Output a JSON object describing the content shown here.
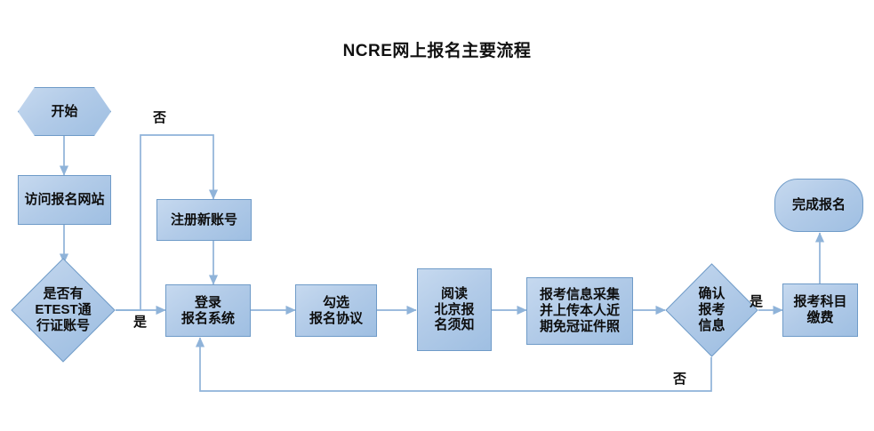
{
  "diagram": {
    "title": "NCRE网上报名主要流程",
    "type": "flowchart",
    "palette": {
      "node_fill_light": "#c6d9ef",
      "node_fill_mid": "#b2cbe8",
      "node_fill_dark": "#9fbfe2",
      "node_border": "#6f9bc8",
      "connector": "#8fb3d9",
      "text": "#0d0d0d",
      "background": "#ffffff"
    },
    "nodes": [
      {
        "id": "start",
        "shape": "hexagon",
        "label": "开始"
      },
      {
        "id": "visit",
        "shape": "rectangle",
        "label": "访问报名网站"
      },
      {
        "id": "hasacct",
        "shape": "diamond",
        "label": "是否有\nETEST通\n行证账号"
      },
      {
        "id": "register",
        "shape": "rectangle",
        "label": "注册新账号"
      },
      {
        "id": "login",
        "shape": "rectangle",
        "label": "登录\n报名系统"
      },
      {
        "id": "agree",
        "shape": "rectangle",
        "label": "勾选\n报名协议"
      },
      {
        "id": "read",
        "shape": "rectangle",
        "label": "阅读\n北京报\n名须知"
      },
      {
        "id": "collect",
        "shape": "rectangle",
        "label": "报考信息采集\n并上传本人近\n期免冠证件照"
      },
      {
        "id": "confirm",
        "shape": "diamond",
        "label": "确认\n报考\n信息"
      },
      {
        "id": "pay",
        "shape": "rectangle",
        "label": "报考科目\n缴费"
      },
      {
        "id": "finish",
        "shape": "rounded",
        "label": "完成报名"
      }
    ],
    "edge_labels": {
      "no_register": "否",
      "yes_login": "是",
      "yes_pay": "是",
      "no_back": "否"
    },
    "edges": [
      {
        "from": "start",
        "to": "visit",
        "label": ""
      },
      {
        "from": "visit",
        "to": "hasacct",
        "label": ""
      },
      {
        "from": "hasacct",
        "to": "register",
        "label": "否"
      },
      {
        "from": "hasacct",
        "to": "login",
        "label": "是"
      },
      {
        "from": "register",
        "to": "login",
        "label": ""
      },
      {
        "from": "login",
        "to": "agree",
        "label": ""
      },
      {
        "from": "agree",
        "to": "read",
        "label": ""
      },
      {
        "from": "read",
        "to": "collect",
        "label": ""
      },
      {
        "from": "collect",
        "to": "confirm",
        "label": ""
      },
      {
        "from": "confirm",
        "to": "pay",
        "label": "是"
      },
      {
        "from": "confirm",
        "to": "login",
        "label": "否"
      },
      {
        "from": "pay",
        "to": "finish",
        "label": ""
      }
    ]
  }
}
